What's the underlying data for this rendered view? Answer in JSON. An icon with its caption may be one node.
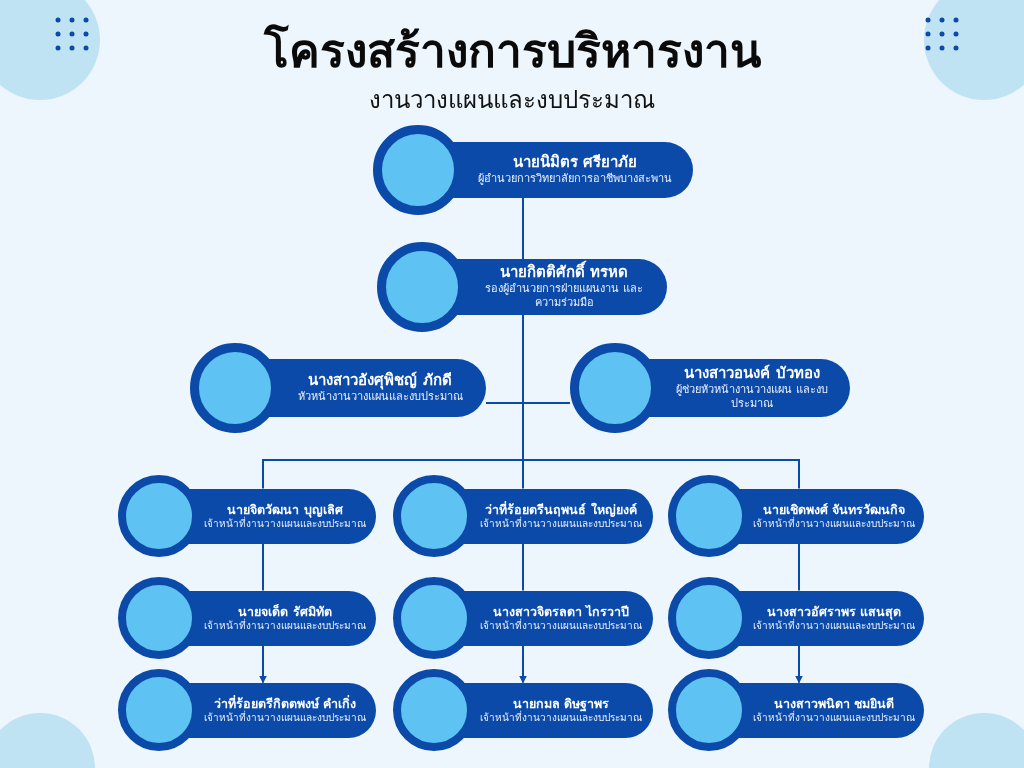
{
  "diagram": {
    "title": "โครงสร้างการบริหารงาน",
    "labels": [
      "งานวางแผนและงบประมาณ"
    ],
    "nodes": [
      {
        "text": [
          "นายนิมิตร ศรียาภัย",
          "ผู้อำนวยการวิทยาลัยการอาชีพบางสะพาน"
        ]
      },
      {
        "text": [
          "นายกิตติศักดิ์ ทรหด",
          "รองผู้อำนวยการฝ่ายแผนงาน และความร่วมมือ"
        ]
      },
      {
        "text": [
          "นางสาวอังศุพิชญ์ ภักดี",
          "หัวหน้างานวางแผนและงบประมาณ"
        ]
      },
      {
        "text": [
          "นางสาวอนงค์ บัวทอง",
          "ผู้ช่วยหัวหน้างานวางแผน และงบประมาณ"
        ]
      },
      {
        "text": [
          "นายจิตวัฒนา บุญเลิศ",
          "เจ้าหน้าที่งานวางแผนและงบประมาณ"
        ]
      },
      {
        "text": [
          "ว่าที่ร้อยตรีนฤพนธ์ ใหญ่ยงค์",
          "เจ้าหน้าที่งานวางแผนและงบประมาณ"
        ]
      },
      {
        "text": [
          "นายเชิดพงศ์ จันทรวัฒนกิจ",
          "เจ้าหน้าที่งานวางแผนและงบประมาณ"
        ]
      },
      {
        "text": [
          "นายจเด็ด รัศมิทัต",
          "เจ้าหน้าที่งานวางแผนและงบประมาณ"
        ]
      },
      {
        "text": [
          "นางสาวจิตรลดา ไกรวาปี",
          "เจ้าหน้าที่งานวางแผนและงบประมาณ"
        ]
      },
      {
        "text": [
          "นางสาวอัศราพร แสนสุด",
          "เจ้าหน้าที่งานวางแผนและงบประมาณ"
        ]
      },
      {
        "text": [
          "ว่าที่ร้อยตรีกิตตพงษ์ คำเกิ่ง",
          "เจ้าหน้าที่งานวางแผนและงบประมาณ"
        ]
      },
      {
        "text": [
          "นายกมล ดิษฐาพร",
          "เจ้าหน้าที่งานวางแผนและงบประมาณ"
        ]
      },
      {
        "text": [
          "นางสาวพนิดา ชมยินดี",
          "เจ้าหน้าที่งานวางแผนและงบประมาณ"
        ]
      }
    ],
    "edges": [
      {
        "from": 0,
        "to": 1,
        "arrow": "none"
      },
      {
        "from": 1,
        "to": 2,
        "arrow": "none"
      },
      {
        "from": 1,
        "to": 3,
        "arrow": "none"
      },
      {
        "from": 1,
        "to": 4,
        "arrow": "none"
      },
      {
        "from": 1,
        "to": 5,
        "arrow": "none"
      },
      {
        "from": 1,
        "to": 6,
        "arrow": "none"
      },
      {
        "from": 4,
        "to": 7,
        "arrow": "none"
      },
      {
        "from": 5,
        "to": 8,
        "arrow": "none"
      },
      {
        "from": 6,
        "to": 9,
        "arrow": "none"
      },
      {
        "from": 7,
        "to": 10,
        "arrow": "to"
      },
      {
        "from": 8,
        "to": 11,
        "arrow": "to"
      },
      {
        "from": 9,
        "to": 12,
        "arrow": "to"
      }
    ]
  }
}
